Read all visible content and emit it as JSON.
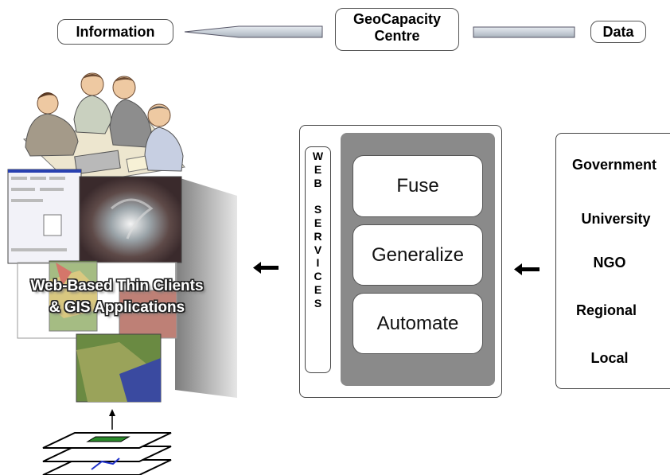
{
  "header": {
    "information_label": "Information",
    "centre_line1": "GeoCapacity",
    "centre_line2": "Centre",
    "data_label": "Data"
  },
  "web_services": {
    "letters": [
      "W",
      "E",
      "B",
      "",
      "S",
      "E",
      "R",
      "V",
      "I",
      "C",
      "E",
      "S"
    ]
  },
  "processes": [
    "Fuse",
    "Generalize",
    "Automate"
  ],
  "sources": [
    "Government",
    "University",
    "NGO",
    "Regional",
    "Local"
  ],
  "clients": {
    "title_line1": "Web-Based Thin Clients",
    "title_line2": "& GIS Applications"
  },
  "colors": {
    "process_background": "#8a8a8a",
    "cylinder_fill": "#c4c4c4",
    "arrow_fill": "#c9d0d8",
    "layer_route": "#2233cc",
    "layer_highlight": "#2b8a2b"
  }
}
